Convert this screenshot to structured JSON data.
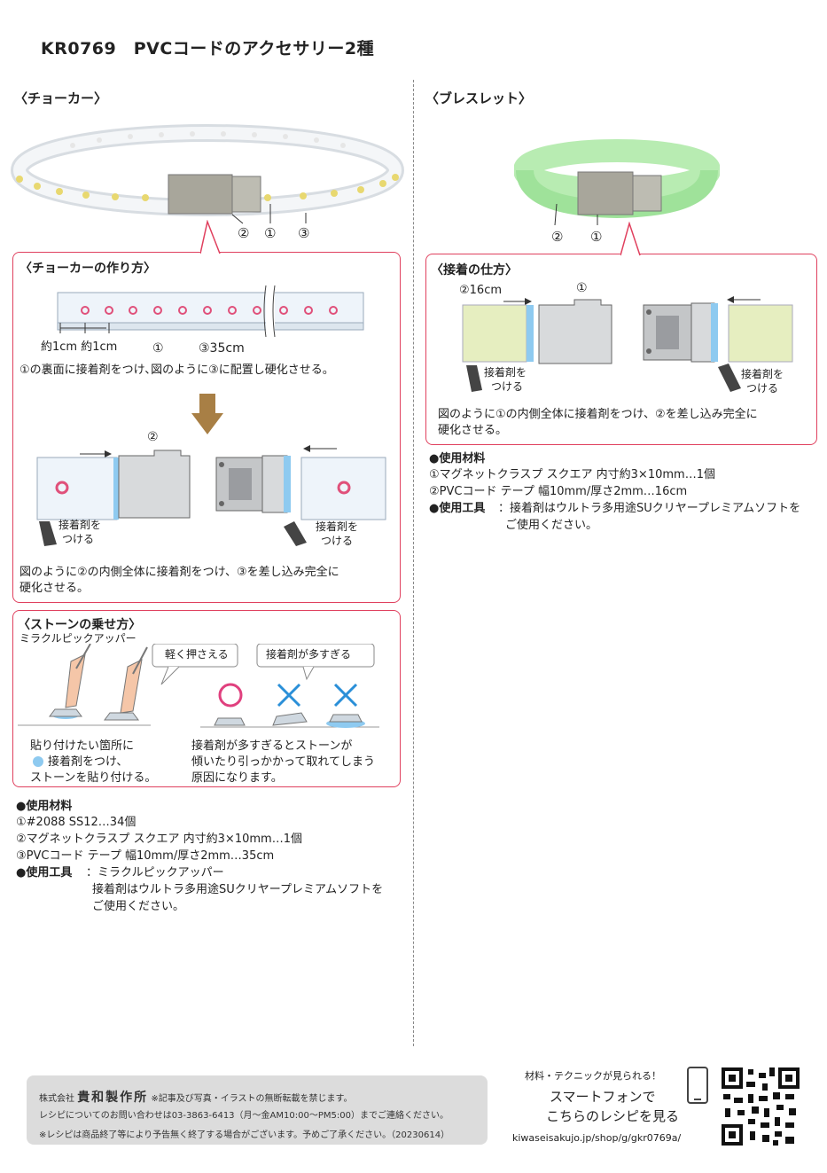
{
  "title": "KR0769　PVCコードのアクセサリー2種",
  "left": {
    "heading": "〈チョーカー〉",
    "photo_labels": [
      "②",
      "①",
      "③"
    ],
    "make": {
      "heading": "〈チョーカーの作り方〉",
      "label_1": "①",
      "label_3": "③35cm",
      "spacing": "約1cm 約1cm",
      "step1": "①の裏面に接着剤をつけ､図のように③に配置し硬化させる。",
      "label_2": "②",
      "glue_left": [
        "接着剤を",
        "つける"
      ],
      "glue_right": [
        "接着剤を",
        "つける"
      ],
      "step2_lines": [
        "図のように②の内側全体に接着剤をつけ、③を差し込み完全に",
        "硬化させる。"
      ]
    },
    "stone": {
      "heading": "〈ストーンの乗せ方〉",
      "tool": "ミラクルピックアッパー",
      "bubble1": "軽く押さえる",
      "bubble2": "接着剤が多すぎる",
      "ok": "○",
      "ng": "×",
      "desc_left": [
        "貼り付けたい箇所に",
        "接着剤をつけ、",
        "ストーンを貼り付ける。"
      ],
      "desc_right": [
        "接着剤が多すぎるとストーンが",
        "傾いたり引っかかって取れてしまう",
        "原因になります。"
      ]
    },
    "materials": {
      "heading": "●使用材料",
      "items": [
        "①#2088 SS12…34個",
        "②マグネットクラスプ スクエア 内寸約3×10mm…1個",
        "③PVCコード テープ 幅10mm/厚さ2mm…35cm"
      ]
    },
    "tools": {
      "heading": "●使用工具",
      "lines": [
        "：ミラクルピックアッパー",
        "接着剤はウルトラ多用途SUクリヤープレミアムソフトを",
        "ご使用ください。"
      ]
    }
  },
  "right": {
    "heading": "〈ブレスレット〉",
    "photo_labels": [
      "②",
      "①"
    ],
    "attach": {
      "heading": "〈接着の仕方〉",
      "label_2": "②16cm",
      "label_1": "①",
      "glue_left": [
        "接着剤を",
        "つける"
      ],
      "glue_right": [
        "接着剤を",
        "つける"
      ],
      "step_lines": [
        "図のように①の内側全体に接着剤をつけ、②を差し込み完全に",
        "硬化させる。"
      ]
    },
    "materials": {
      "heading": "●使用材料",
      "items": [
        "①マグネットクラスプ スクエア 内寸約3×10mm…1個",
        "②PVCコード テープ 幅10mm/厚さ2mm…16cm"
      ]
    },
    "tools": {
      "heading": "●使用工具",
      "lines": [
        "：接着剤はウルトラ多用途SUクリヤープレミアムソフトを",
        "ご使用ください。"
      ]
    }
  },
  "footer": {
    "company_prefix": "株式会社",
    "brand": "貴和製作所",
    "notice": "※記事及び写真・イラストの無断転載を禁じます。",
    "contact": "レシピについてのお問い合わせは03-3863-6413（月〜金AM10:00〜PM5:00）までご連絡ください。",
    "end_notice": "※レシピは商品終了等により予告無く終了する場合がございます。予めご了承ください。（20230614）"
  },
  "promo": {
    "bubble": "材料・テクニックが見られる！",
    "line1": "スマートフォンで",
    "line2": "こちらのレシピを見る",
    "url": "kiwaseisakujo.jp/shop/g/gkr0769a/"
  },
  "colors": {
    "accent": "#e0405e",
    "arrow": "#a87f45",
    "bracelet": "#9fe29a",
    "glue": "#8ecaf0"
  }
}
